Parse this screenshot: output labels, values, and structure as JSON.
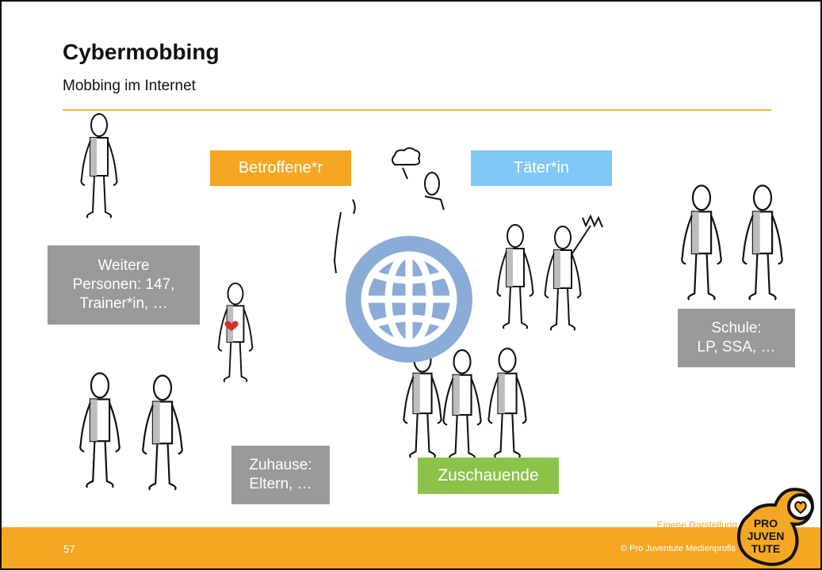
{
  "slide": {
    "title": "Cybermobbing",
    "subtitle": "Mobbing im Internet",
    "page_number": "57",
    "credit": "Eigene Darstellung",
    "copyright": "© Pro Juventute Medienprofis"
  },
  "labels": {
    "betroffene": "Betroffene*r",
    "taeter": "Täter*in",
    "weitere": [
      "Weitere",
      "Personen: 147,",
      "Trainer*in, …"
    ],
    "schule": [
      "Schule:",
      "LP, SSA, …"
    ],
    "zuhause": [
      "Zuhause:",
      "Eltern, …"
    ],
    "zuschauende": "Zuschauende"
  },
  "logo": {
    "lines": [
      "PRO",
      "JUVEN",
      "TUTE"
    ],
    "icon": "heart-icon"
  },
  "colors": {
    "accent_orange": "#f5a623",
    "betroffene_box": "#f5a623",
    "taeter_box": "#7fc8f8",
    "grey_box": "#999999",
    "zuschauende_box": "#8bc34a",
    "globe": "#8aacd6"
  }
}
